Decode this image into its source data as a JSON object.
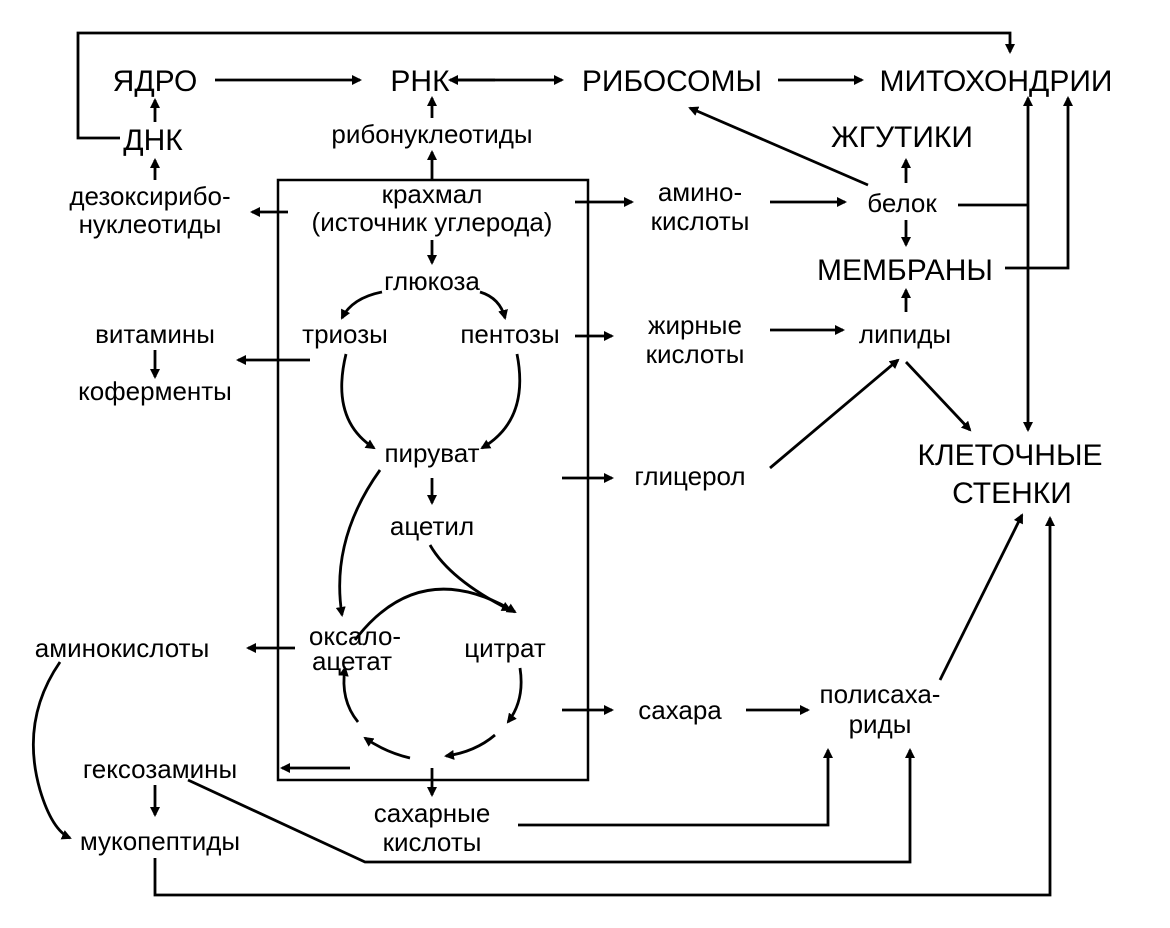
{
  "nodes": {
    "nucleus": "ЯДРО",
    "rna": "РНК",
    "ribosomes": "РИБОСОМЫ",
    "mitochondria": "МИТОХОНДРИИ",
    "dna": "ДНК",
    "ribonucleotides": "рибонуклеотиды",
    "flagella": "ЖГУТИКИ",
    "deoxy_line1": "дезоксирибо-",
    "deoxy_line2": "нуклеотиды",
    "starch_line1": "крахмал",
    "starch_line2": "(источник углерода)",
    "amino_acids_line1": "амино-",
    "amino_acids_line2": "кислоты",
    "protein": "белок",
    "membranes": "МЕМБРАНЫ",
    "glucose": "глюкоза",
    "vitamins": "витамины",
    "trioses": "триозы",
    "pentoses": "пентозы",
    "fatty_line1": "жирные",
    "fatty_line2": "кислоты",
    "lipids": "липиды",
    "coenzymes": "коферменты",
    "pyruvate": "пируват",
    "glycerol": "глицерол",
    "cell_walls_line1": "КЛЕТОЧНЫЕ",
    "cell_walls_line2": "СТЕНКИ",
    "acetyl": "ацетил",
    "amino_acids_2": "аминокислоты",
    "oxalo_line1": "оксало-",
    "oxalo_line2": "ацетат",
    "citrate": "цитрат",
    "sugars": "сахара",
    "polysacch_line1": "полисаха-",
    "polysacch_line2": "риды",
    "hexosamines": "гексозамины",
    "sugar_acids_line1": "сахарные",
    "sugar_acids_line2": "кислоты",
    "mucopeptides": "мукопептиды"
  }
}
